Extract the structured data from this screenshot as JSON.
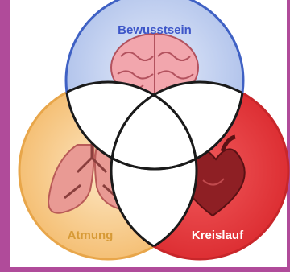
{
  "labels": {
    "top": "Bewusstsein",
    "left": "Atmung",
    "right": "Kreislauf"
  },
  "colors": {
    "frame": "#b04b9a",
    "top_fill": "#c9d6f2",
    "top_stroke": "#3f61c4",
    "top_label": "#3d56c8",
    "left_fill": "#f6ca8c",
    "left_stroke": "#e8a64a",
    "left_label": "#d79a36",
    "right_fill": "#e8383c",
    "right_stroke": "#c8262a",
    "right_label": "#ffffff",
    "overlap_fill": "#ffffff",
    "outline": "#1a1a1a"
  },
  "icons": {
    "top": "brain-icon",
    "left": "lungs-icon",
    "right": "heart-icon"
  }
}
